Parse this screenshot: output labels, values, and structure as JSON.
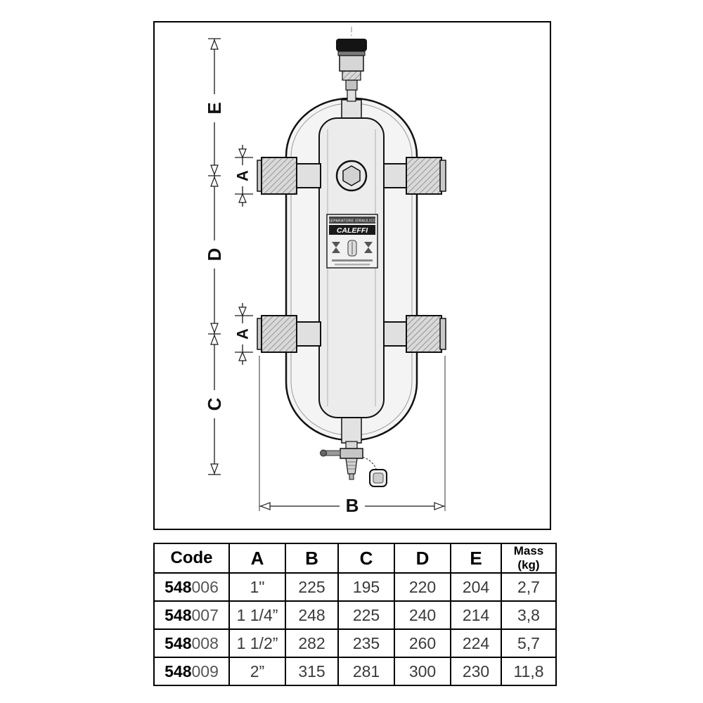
{
  "drawing": {
    "dim_labels": {
      "a": "A",
      "b": "B",
      "c": "C",
      "d": "D",
      "e": "E"
    },
    "plate": {
      "title": "SEPARATORE IDRAULICO",
      "brand": "CALEFFI"
    }
  },
  "table": {
    "headers": [
      "Code",
      "A",
      "B",
      "C",
      "D",
      "E",
      "Mass (kg)"
    ],
    "rows": [
      {
        "code_prefix": "548",
        "code_suffix": "006",
        "a": "1\"",
        "b": "225",
        "c": "195",
        "d": "220",
        "e": "204",
        "mass": "2,7"
      },
      {
        "code_prefix": "548",
        "code_suffix": "007",
        "a": "1 1/4”",
        "b": "248",
        "c": "225",
        "d": "240",
        "e": "214",
        "mass": "3,8"
      },
      {
        "code_prefix": "548",
        "code_suffix": "008",
        "a": "1 1/2”",
        "b": "282",
        "c": "235",
        "d": "260",
        "e": "224",
        "mass": "5,7"
      },
      {
        "code_prefix": "548",
        "code_suffix": "009",
        "a": "2”",
        "b": "315",
        "c": "281",
        "d": "300",
        "e": "230",
        "mass": "11,8"
      }
    ]
  }
}
